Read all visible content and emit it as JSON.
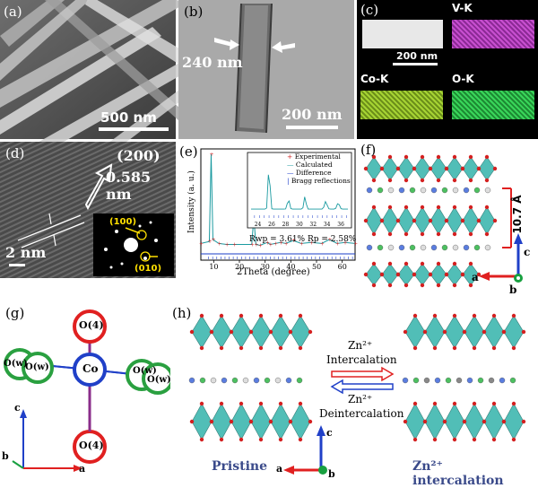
{
  "panels": {
    "a": {
      "label": "(a)",
      "scale_bar": "500 nm"
    },
    "b": {
      "label": "(b)",
      "width_annotation": "240 nm",
      "scale_bar": "200 nm"
    },
    "c": {
      "label": "(c)",
      "scale_bar": "200 nm",
      "maps": [
        "V-K",
        "Co-K",
        "O-K"
      ]
    },
    "d": {
      "label": "(d)",
      "plane": "(200)",
      "spacing": "0.585 nm",
      "scale_bar": "2 nm",
      "saed_spots": [
        "(100)",
        "(010)"
      ]
    },
    "e": {
      "label": "(e)"
    },
    "f": {
      "label": "(f)",
      "spacing": "10.7 Å",
      "axes": [
        "c",
        "a",
        "b"
      ]
    },
    "g": {
      "label": "(g)",
      "center": "Co",
      "atoms": [
        "O(4)",
        "O(w)",
        "O(w)",
        "O(w)",
        "O(w)",
        "O(4)"
      ],
      "axes": [
        "c",
        "b",
        "a"
      ]
    },
    "h": {
      "label": "(h)",
      "ion": "Zn²⁺",
      "forward": "Intercalation",
      "reverse": "Deintercalation",
      "left_caption": "Pristine",
      "right_caption": "Zn²⁺ intercalation",
      "axes": [
        "c",
        "a",
        "b"
      ]
    }
  },
  "chart_data": {
    "type": "line",
    "xlabel": "2Theta (degree)",
    "ylabel": "Intensity (a. u.)",
    "xlim": [
      5,
      65
    ],
    "xticks": [
      10,
      20,
      30,
      40,
      50,
      60
    ],
    "legend": [
      "Experimental",
      "Calculated",
      "Difference",
      "Bragg reflections"
    ],
    "annotation": "Rwp = 3.61% Rp = 2.58%",
    "series": [
      {
        "name": "Experimental",
        "x": [
          5,
          8.3,
          9.0,
          9.7,
          12,
          15,
          18,
          24.8,
          25.6,
          26.4,
          28,
          30.8,
          32,
          34,
          36,
          38,
          41,
          44,
          48,
          52,
          55,
          58,
          61,
          65
        ],
        "y": [
          0.08,
          0.1,
          1.0,
          0.12,
          0.08,
          0.07,
          0.07,
          0.07,
          0.35,
          0.07,
          0.06,
          0.09,
          0.07,
          0.08,
          0.09,
          0.08,
          0.11,
          0.08,
          0.09,
          0.08,
          0.12,
          0.08,
          0.09,
          0.08
        ]
      }
    ],
    "inset": {
      "xlim": [
        23,
        37
      ],
      "xticks": [
        24,
        26,
        28,
        30,
        32,
        34,
        36
      ]
    }
  }
}
